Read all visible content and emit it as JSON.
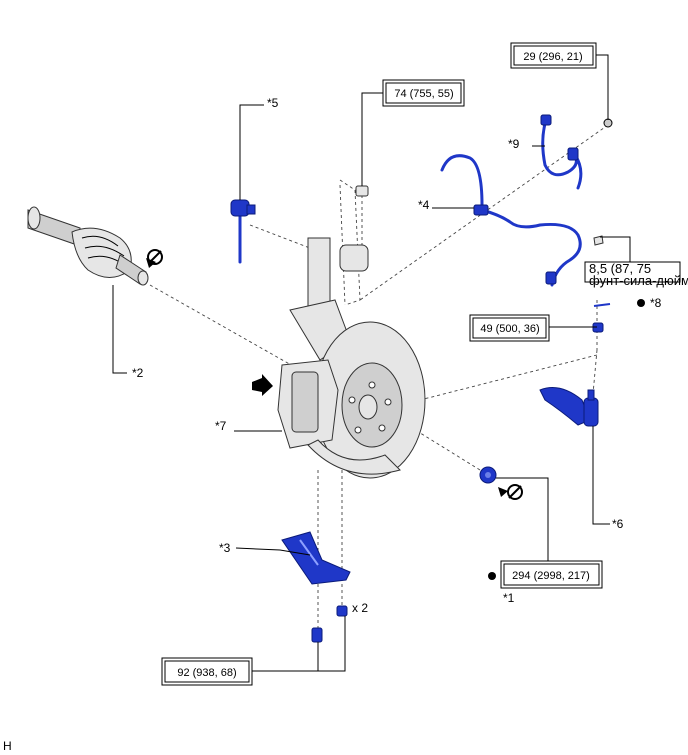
{
  "callouts": {
    "c1": "*1",
    "c2": "*2",
    "c3": "*3",
    "c4": "*4",
    "c5": "*5",
    "c6": "*6",
    "c7": "*7",
    "c8": "*8",
    "c9": "*9"
  },
  "torques": {
    "t29": "29 (296, 21)",
    "t74": "74 (755, 55)",
    "t85_line1": "8,5 (87, 75",
    "t85_line2": "фунт-сила-дюйм)",
    "t49": "49 (500, 36)",
    "t294": "294 (2998, 217)",
    "t92": "92 (938, 68)"
  },
  "quantity": "x 2",
  "corner_mark": "H",
  "colors": {
    "highlight_blue": "#1f37c8",
    "part_grey": "#e6e6e6",
    "line": "#000000"
  }
}
